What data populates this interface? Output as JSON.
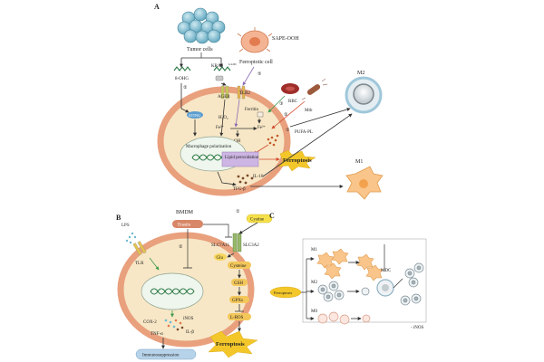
{
  "panels": {
    "a": "A",
    "b": "B",
    "c": "C"
  },
  "panel_a": {
    "tumor_cells": "Tumor cells",
    "sape_ooh": "SAPE-OOH",
    "ferroptotic_cell": "Ferroptotic cell",
    "ohg": "8-OHG",
    "kras": "KRAS",
    "kras_sup": "G12D",
    "ager": "AGER",
    "tlr2": "TLR2",
    "rbc": "RBC",
    "mtb": "Mtb",
    "ferritin": "Ferritin",
    "fe2": "Fe²⁺",
    "fe3": "Fe³⁺",
    "h2o2": "H₂O₂",
    "oh": "OH",
    "pufa_pl": "PUFA-PL",
    "sting": "STING",
    "macrophage_polarization": "Macrophage polarization",
    "lipid_peroxidation": "Lipid peroxidation",
    "ferroptosis": "Ferroptosis",
    "il10": "IL-10",
    "tgfb": "TFG-β",
    "m1": "M1",
    "m2": "M2",
    "step1": "①",
    "step2": "②",
    "step3": "③",
    "step4": "④",
    "step5": "⑤"
  },
  "panel_b": {
    "lps": "LPS",
    "bmdm": "BMDM",
    "erastin": "Erastin",
    "cystine": "Cystine",
    "slc7a11": "SLC7A11",
    "slc3a2": "SLC3A2",
    "glu": "Glu",
    "cysteine": "Cysteine",
    "gsh": "GSH",
    "gpxs": "GPXs",
    "l_ros": "L-ROS",
    "tlr": "TLR",
    "cox2": "COX-2",
    "inos": "iNOS",
    "tnfa": "TNF-α",
    "ilb": "IL-β",
    "immunosuppression": "Immunosuppression",
    "ferroptosis": "Ferroptosis",
    "step1": "①",
    "step2": "②"
  },
  "panel_c": {
    "ferroptosis": "Ferroptosis",
    "m1": "M1",
    "m2": "M2",
    "m0": "M0",
    "mdc": "MDC",
    "legend_inos": "- iNOS"
  },
  "colors": {
    "cell_fill": "#f7e7c6",
    "cell_ring": "#e9a07d",
    "lipid_box": "#cdb6e3",
    "ferroptosis_burst": "#f3c72a",
    "erastin_pill": "#d88768",
    "cystine_pill": "#f6e04a",
    "accent_red": "#d24a2f",
    "dna_green": "#2d7a46"
  }
}
